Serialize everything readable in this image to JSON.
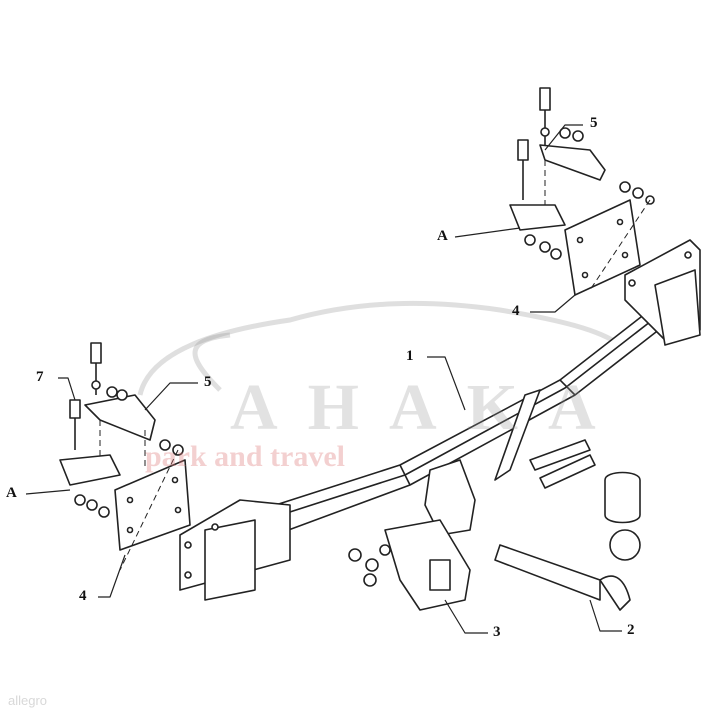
{
  "diagram": {
    "part_labels": {
      "bracket_right": "5",
      "fixing_right": "A",
      "plate_right": "4",
      "beam": "1",
      "bolt_left": "7",
      "bracket_left": "5",
      "fixing_left": "A",
      "plate_left": "4",
      "socket_plate": "3",
      "tow_ball": "2"
    },
    "watermark": {
      "brand": "AHAKA",
      "tagline": "park and travel",
      "corner": "allegro"
    }
  }
}
